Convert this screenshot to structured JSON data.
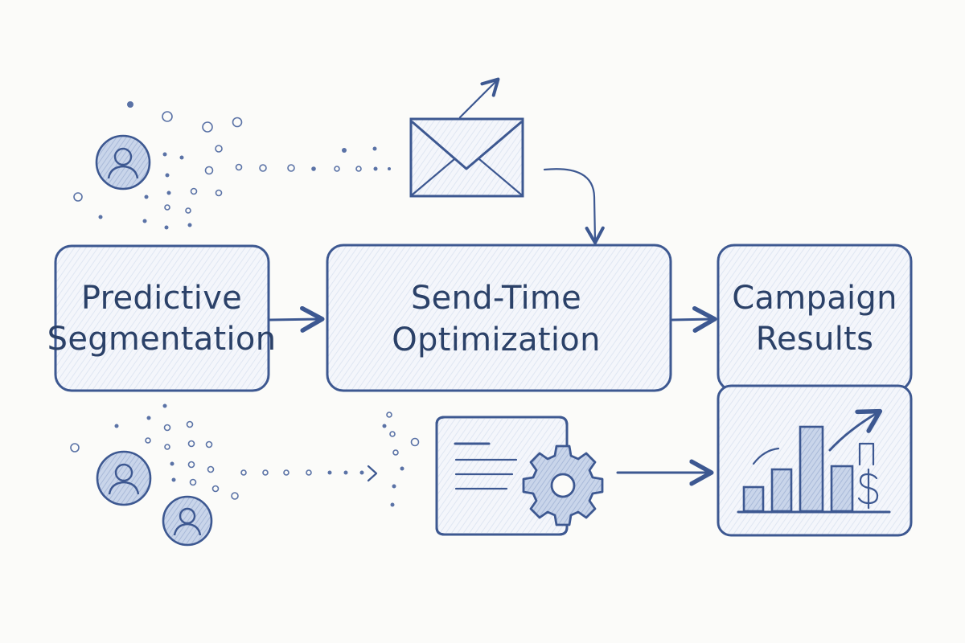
{
  "colors": {
    "ink": "#3d5891",
    "ink_dark": "#2b4168",
    "fill_light": "#dde5f2",
    "background": "#fbfbf9"
  },
  "nodes": {
    "predictive_segmentation": {
      "line1": "Predictive",
      "line2": "Segmentation"
    },
    "send_time_optimization": {
      "line1": "Send-Time",
      "line2": "Optimization"
    },
    "campaign_results": {
      "line1": "Campaign",
      "line2": "Results"
    }
  },
  "icons": {
    "users_top": "user-avatar-icon",
    "users_bottom": "user-avatar-icon",
    "email": "envelope-icon",
    "settings": "document-gear-icon",
    "results": "bar-chart-growth-icon",
    "currency": "dollar-icon"
  }
}
